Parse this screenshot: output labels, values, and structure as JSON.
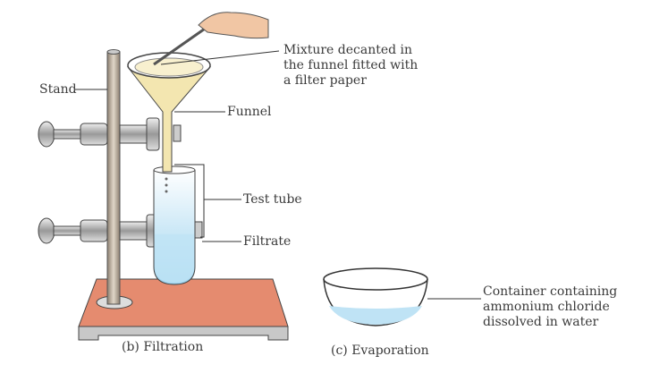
{
  "labels": {
    "stand": "Stand",
    "mixture": [
      "Mixture decanted in",
      "the funnel fitted with",
      "a filter paper"
    ],
    "funnel": "Funnel",
    "test_tube": "Test tube",
    "filtrate": "Filtrate",
    "container": [
      "Container containing",
      "ammonium chloride",
      "dissolved in water"
    ]
  },
  "captions": {
    "filtration": "(b)  Filtration",
    "evaporation": "(c) Evaporation"
  },
  "colors": {
    "board": "#e58b6f",
    "liquid": "#bfe3f5",
    "rod": "#b9aa98"
  }
}
